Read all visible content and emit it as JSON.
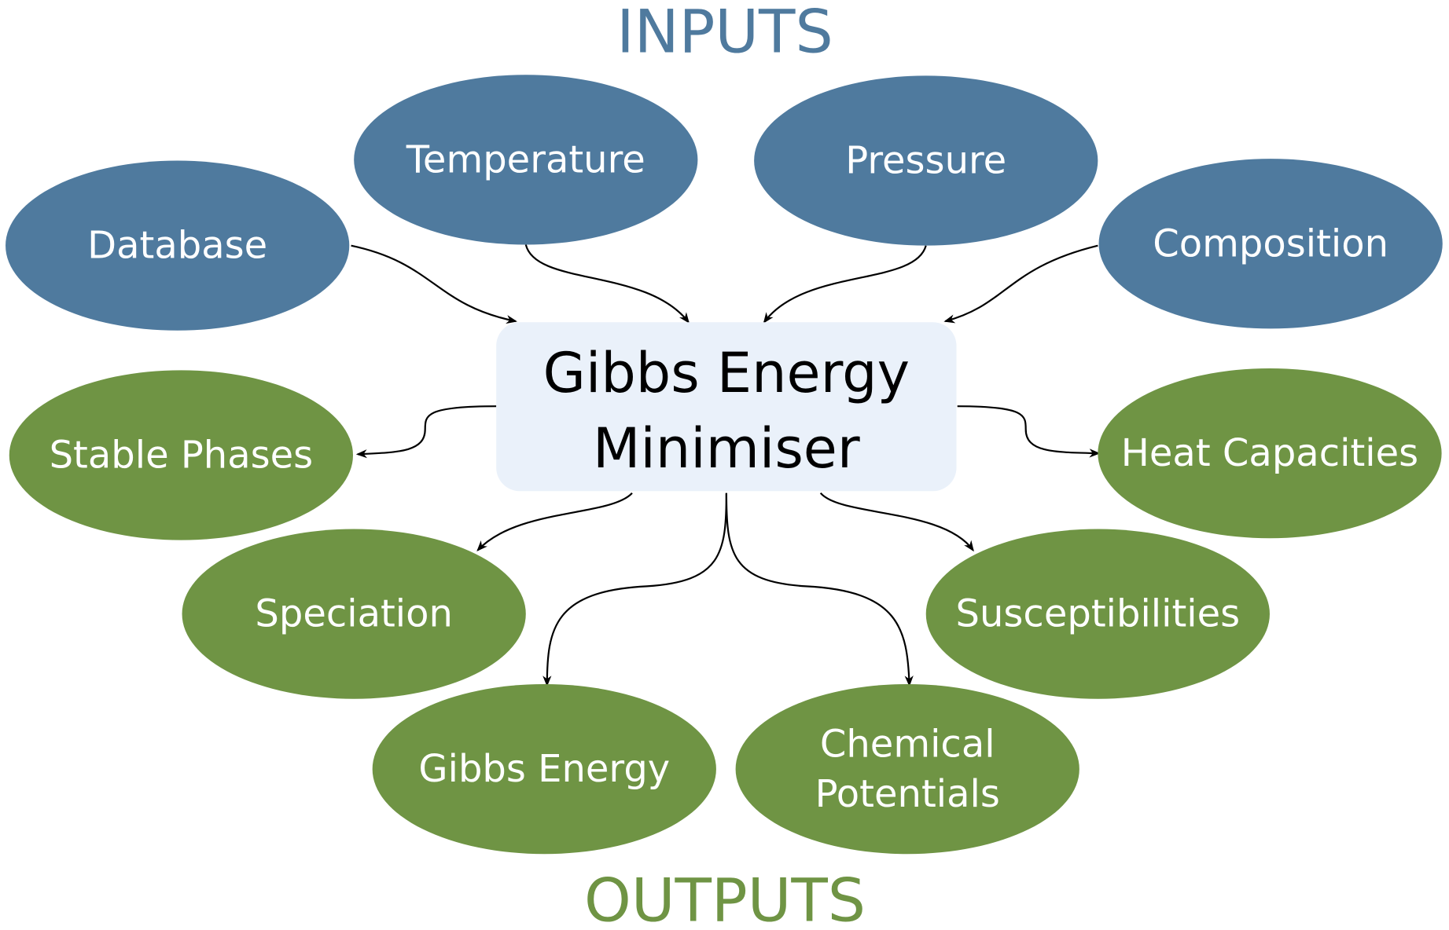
{
  "headings": {
    "inputs": "INPUTS",
    "outputs": "OUTPUTS"
  },
  "colors": {
    "input": "#4f7a9e",
    "output": "#6f9444",
    "center": "#eaf1fa",
    "inputs_heading": "#4f7a9e",
    "outputs_heading": "#6f9444"
  },
  "center": {
    "lines": [
      "Gibbs Energy",
      "Minimiser"
    ]
  },
  "inputs": [
    {
      "id": "database",
      "lines": [
        "Database"
      ]
    },
    {
      "id": "temperature",
      "lines": [
        "Temperature"
      ]
    },
    {
      "id": "pressure",
      "lines": [
        "Pressure"
      ]
    },
    {
      "id": "composition",
      "lines": [
        "Composition"
      ]
    }
  ],
  "outputs": [
    {
      "id": "stable-phases",
      "lines": [
        "Stable Phases"
      ]
    },
    {
      "id": "heat-capacities",
      "lines": [
        "Heat Capacities"
      ]
    },
    {
      "id": "speciation",
      "lines": [
        "Speciation"
      ]
    },
    {
      "id": "susceptibilities",
      "lines": [
        "Susceptibilities"
      ]
    },
    {
      "id": "gibbs-energy",
      "lines": [
        "Gibbs Energy"
      ]
    },
    {
      "id": "chemical-potentials",
      "lines": [
        "Chemical",
        "Potentials"
      ]
    }
  ]
}
